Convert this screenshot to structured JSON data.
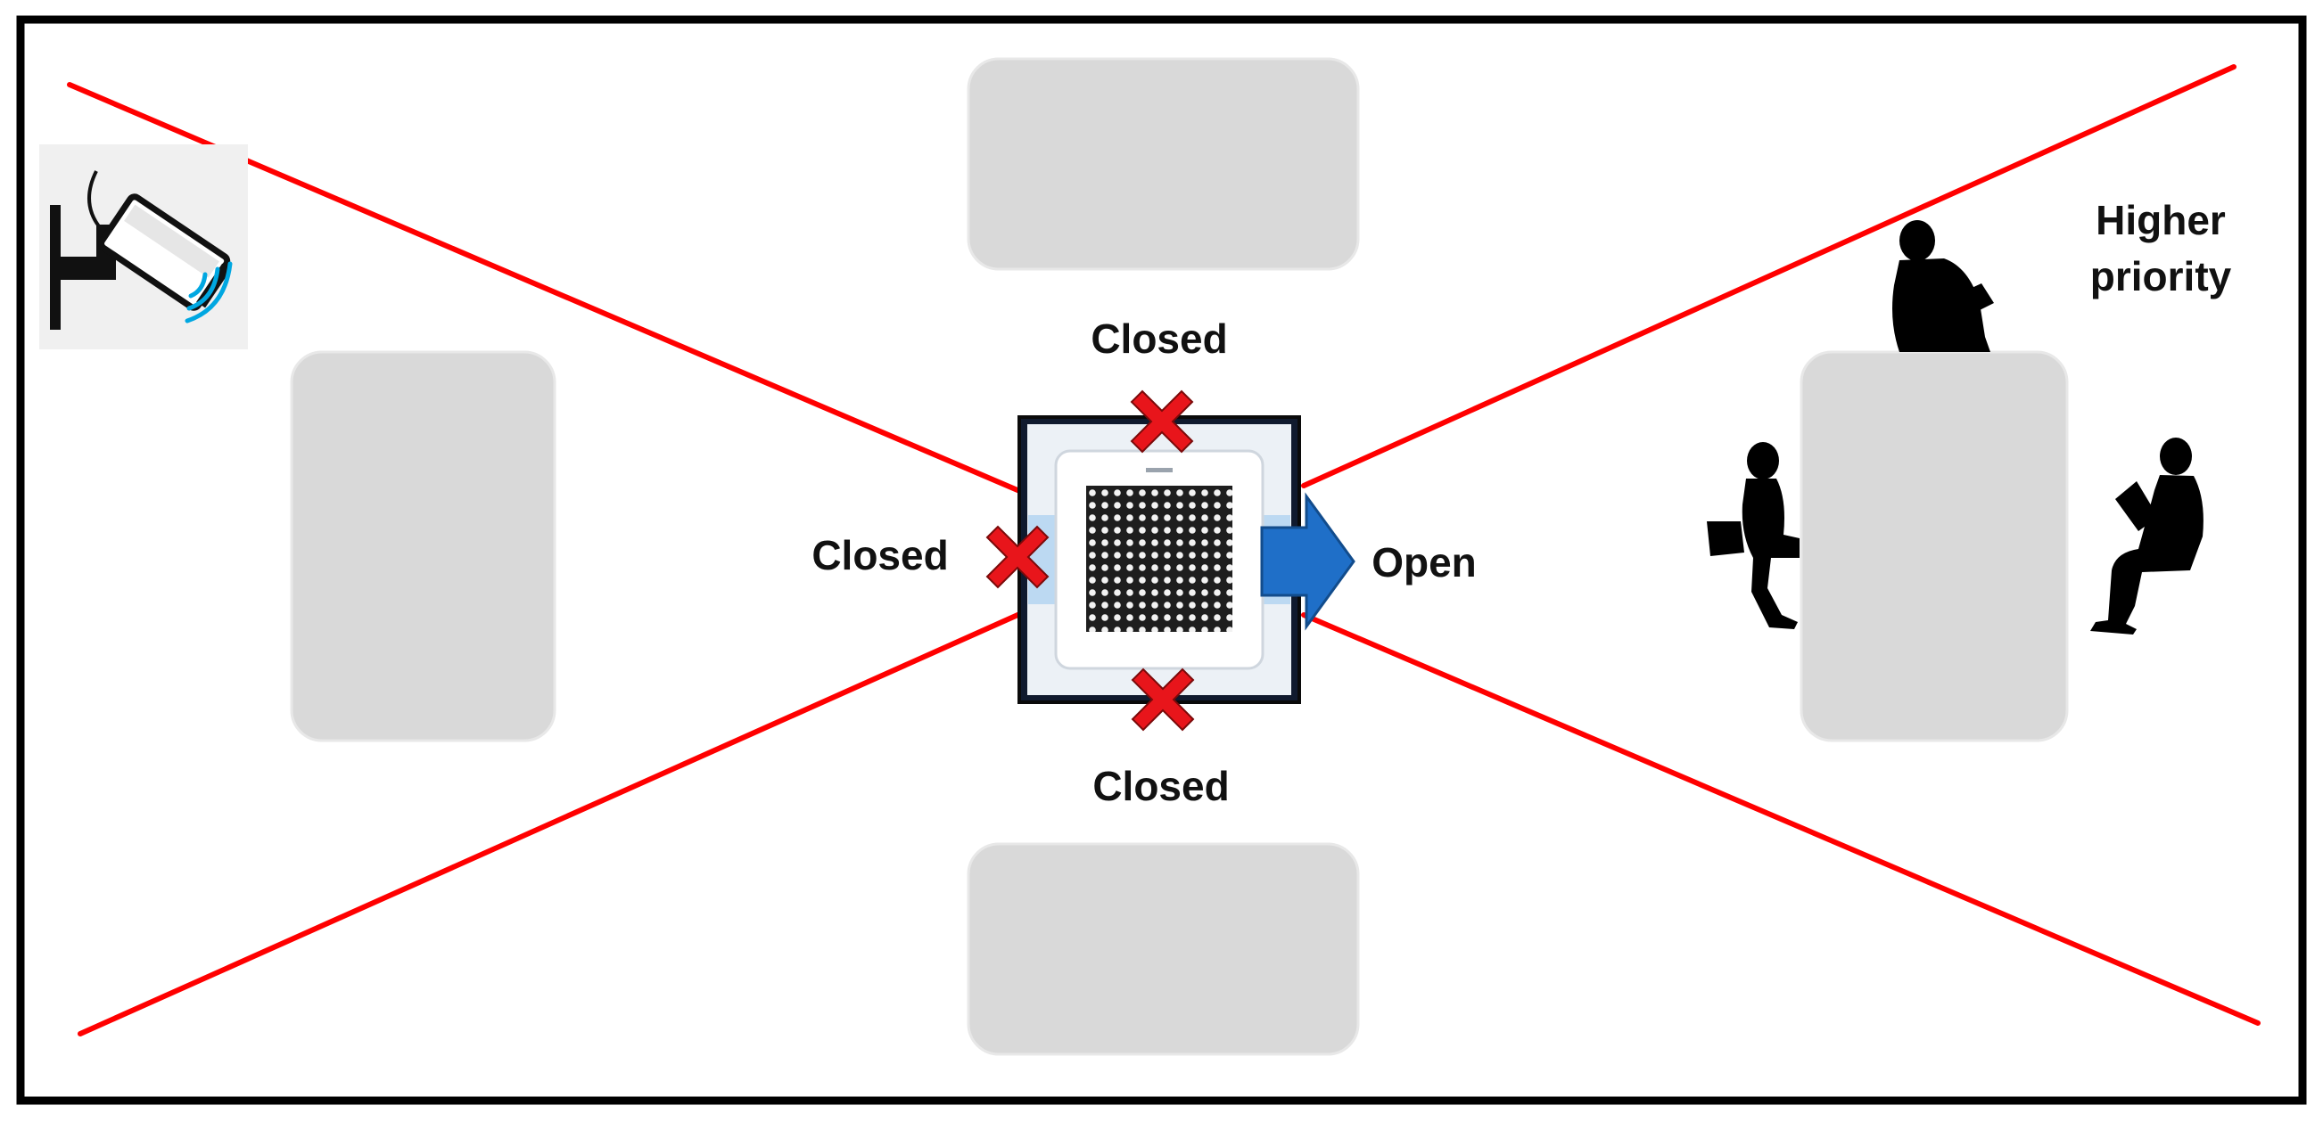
{
  "diagram": {
    "labels": {
      "top": "Closed",
      "left": "Closed",
      "bottom": "Closed",
      "right": "Open",
      "priority_line1": "Higher",
      "priority_line2": "priority"
    },
    "icons": {
      "camera": "security-camera-icon",
      "closed_marker": "red-x-icon",
      "open_marker": "blue-arrow-icon",
      "person": "seated-person-silhouette-icon",
      "unit": "ceiling-cassette-air-conditioner-icon"
    },
    "colors": {
      "frame": "#000000",
      "zone_lines": "#ff0000",
      "tables": "#d9d9d9",
      "closed_marker": "#e8151b",
      "open_arrow": "#1f6fc8",
      "wifi_waves": "#00a7e1"
    }
  }
}
